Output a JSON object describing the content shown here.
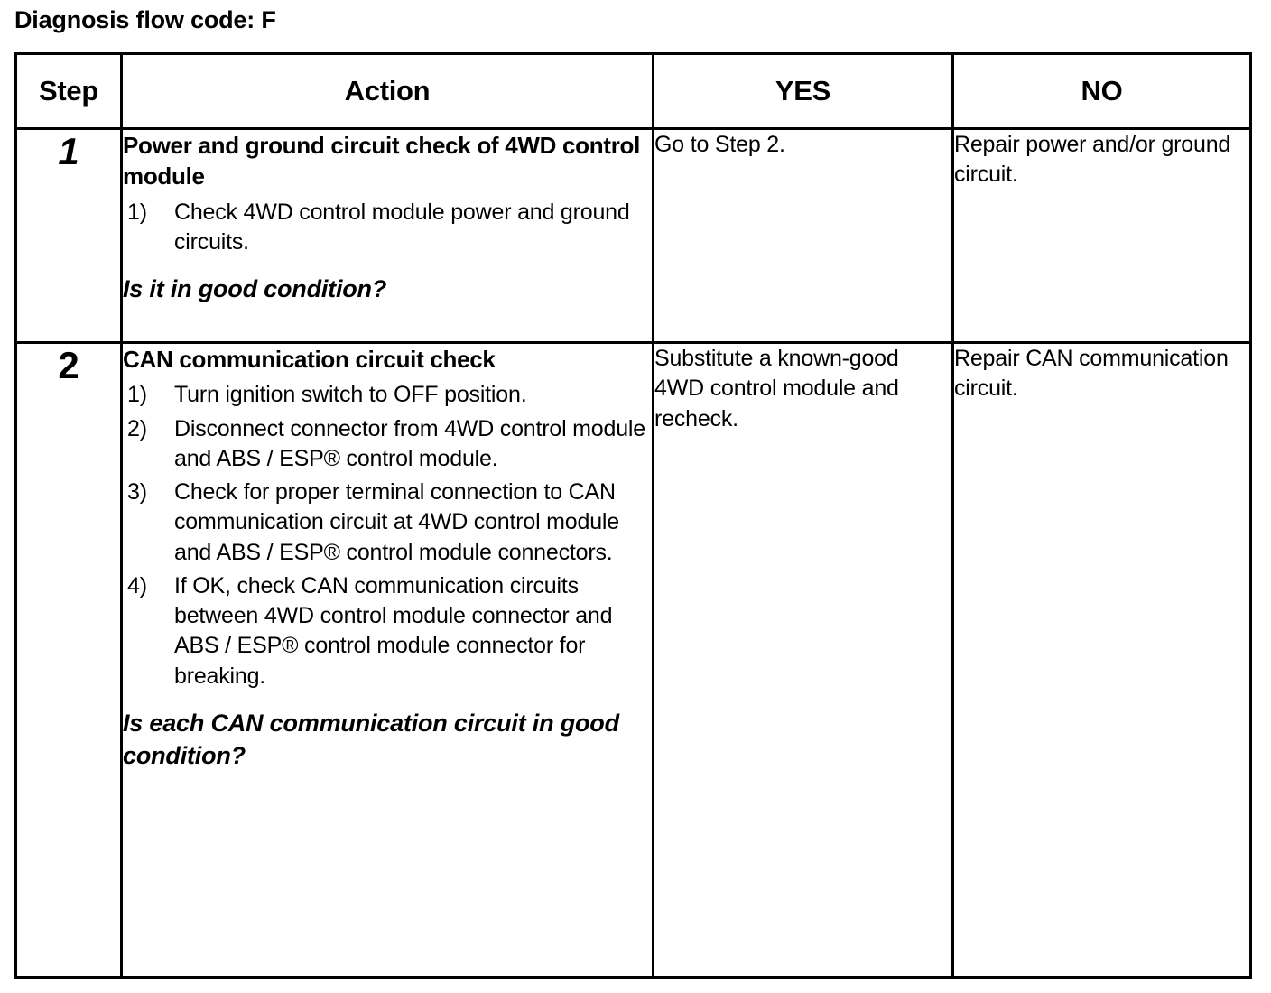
{
  "document": {
    "title": "Diagnosis flow code: F"
  },
  "table": {
    "headers": {
      "step": "Step",
      "action": "Action",
      "yes": "YES",
      "no": "NO"
    },
    "rows": [
      {
        "step": "1",
        "step_style": "italic",
        "heading": "Power and ground circuit check of 4WD control module",
        "items": [
          {
            "marker": "1)",
            "text": "Check 4WD control module power and ground circuits."
          }
        ],
        "question": "Is it in good condition?",
        "yes": "Go to Step 2.",
        "no": "Repair power and/or ground circuit."
      },
      {
        "step": "2",
        "step_style": "upright",
        "heading": "CAN communication circuit check",
        "items": [
          {
            "marker": "1)",
            "text": "Turn ignition switch to OFF position."
          },
          {
            "marker": "2)",
            "text": "Disconnect connector from 4WD control module and ABS / ESP® control module."
          },
          {
            "marker": "3)",
            "text": "Check for proper terminal connection to CAN communication circuit at 4WD control module and ABS / ESP® control module connectors."
          },
          {
            "marker": "4)",
            "text": "If OK, check CAN communication circuits between 4WD control module connector and ABS / ESP® control module connector for breaking."
          }
        ],
        "question": "Is each CAN communication circuit in good condition?",
        "yes": "Substitute a known-good 4WD control module and recheck.",
        "no": "Repair CAN communication circuit."
      }
    ]
  },
  "colors": {
    "ink": "#000000",
    "paper": "#ffffff"
  }
}
